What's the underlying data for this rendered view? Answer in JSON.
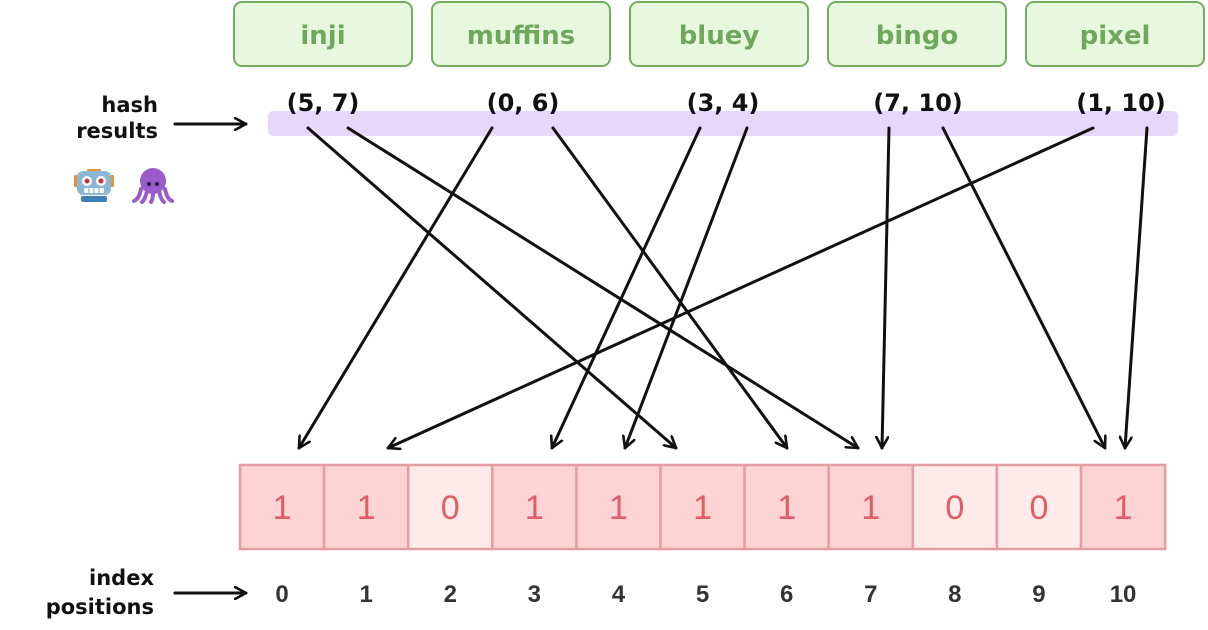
{
  "words": [
    {
      "name": "inji",
      "hash": "(5, 7)",
      "targets": [
        5,
        7
      ]
    },
    {
      "name": "muffins",
      "hash": "(0, 6)",
      "targets": [
        0,
        6
      ]
    },
    {
      "name": "bluey",
      "hash": "(3, 4)",
      "targets": [
        3,
        4
      ]
    },
    {
      "name": "bingo",
      "hash": "(7, 10)",
      "targets": [
        7,
        10
      ]
    },
    {
      "name": "pixel",
      "hash": "(1, 10)",
      "targets": [
        1,
        10
      ]
    }
  ],
  "labels": {
    "hash_results": [
      "hash",
      "results"
    ],
    "index_positions": [
      "index",
      "positions"
    ]
  },
  "bits": [
    "1",
    "1",
    "0",
    "1",
    "1",
    "1",
    "1",
    "1",
    "0",
    "0",
    "1"
  ],
  "indices": [
    "0",
    "1",
    "2",
    "3",
    "4",
    "5",
    "6",
    "7",
    "8",
    "9",
    "10"
  ],
  "icons": [
    "robot-icon",
    "octopus-icon"
  ],
  "colors": {
    "word_box_fill": "#e8f8df",
    "word_box_stroke": "#73ad5f",
    "word_text": "#6fa85c",
    "hash_band": "#e6d8fb",
    "bit_set_fill": "#fdd3d3",
    "bit_unset_fill": "#ffeaea",
    "bit_stroke": "#e49da0",
    "bit_text": "#e05c66"
  }
}
